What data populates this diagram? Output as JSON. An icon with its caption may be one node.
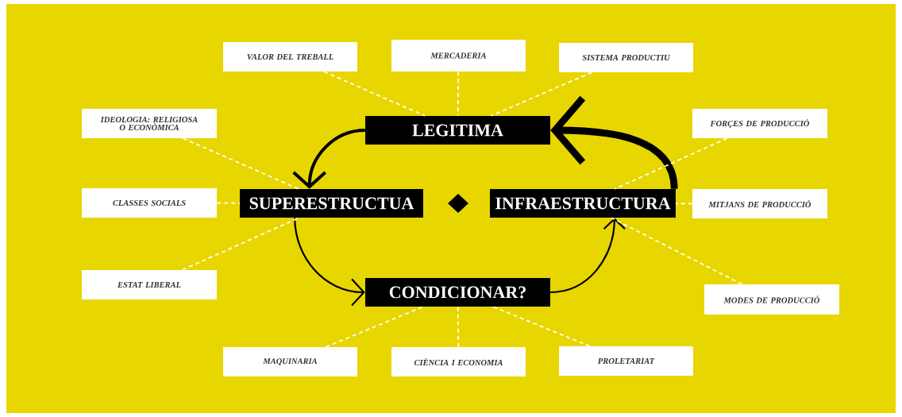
{
  "diagram": {
    "nodes": [
      {
        "text": [
          "LEGITIMA"
        ]
      },
      {
        "text": [
          "SUPERESTRUCTUA"
        ]
      },
      {
        "text": [
          "INFRAESTRUCTURA"
        ]
      },
      {
        "text": [
          "CONDICIONAR?"
        ]
      },
      {
        "text": [
          "VALOR DEL TREBALL"
        ]
      },
      {
        "text": [
          "MERCADERIA"
        ]
      },
      {
        "text": [
          "SISTEMA PRODUCTIU"
        ]
      },
      {
        "text": [
          "IDEOLOGIA: RELIGIOSA O ECONÒMICA"
        ]
      },
      {
        "text": [
          "FORÇES DE PRODUCCIÓ"
        ]
      },
      {
        "text": [
          "CLASSES SOCIALS"
        ]
      },
      {
        "text": [
          "MITJANS DE PRODUCCIÓ"
        ]
      },
      {
        "text": [
          "ESTAT LIBERAL"
        ]
      },
      {
        "text": [
          "MODES DE PRODUCCIÓ"
        ]
      },
      {
        "text": [
          "MAQUINARIA"
        ]
      },
      {
        "text": [
          "CIÈNCIA I ECONOMIA"
        ]
      },
      {
        "text": [
          "PROLETARIAT"
        ]
      }
    ],
    "edges": [
      {
        "from": 0,
        "to": 1,
        "arrow": "to",
        "style": "thick",
        "color": "#000000"
      },
      {
        "from": 2,
        "to": 0,
        "arrow": "to",
        "style": "thick",
        "color": "#000000"
      },
      {
        "from": 1,
        "to": 3,
        "arrow": "to",
        "color": "#000000"
      },
      {
        "from": 3,
        "to": 2,
        "arrow": "to",
        "color": "#000000"
      },
      {
        "from": 4,
        "to": 0,
        "arrow": "none",
        "style": "dashed"
      },
      {
        "from": 5,
        "to": 0,
        "arrow": "none",
        "style": "dashed"
      },
      {
        "from": 6,
        "to": 0,
        "arrow": "none",
        "style": "dashed"
      },
      {
        "from": 7,
        "to": 1,
        "arrow": "none",
        "style": "dashed"
      },
      {
        "from": 9,
        "to": 1,
        "arrow": "none",
        "style": "dashed"
      },
      {
        "from": 11,
        "to": 1,
        "arrow": "none",
        "style": "dashed"
      },
      {
        "from": 8,
        "to": 2,
        "arrow": "none",
        "style": "dashed"
      },
      {
        "from": 10,
        "to": 2,
        "arrow": "none",
        "style": "dashed"
      },
      {
        "from": 12,
        "to": 2,
        "arrow": "none",
        "style": "dashed"
      },
      {
        "from": 13,
        "to": 3,
        "arrow": "none",
        "style": "dashed"
      },
      {
        "from": 14,
        "to": 3,
        "arrow": "none",
        "style": "dashed"
      },
      {
        "from": 15,
        "to": 3,
        "arrow": "none",
        "style": "dashed"
      }
    ]
  }
}
